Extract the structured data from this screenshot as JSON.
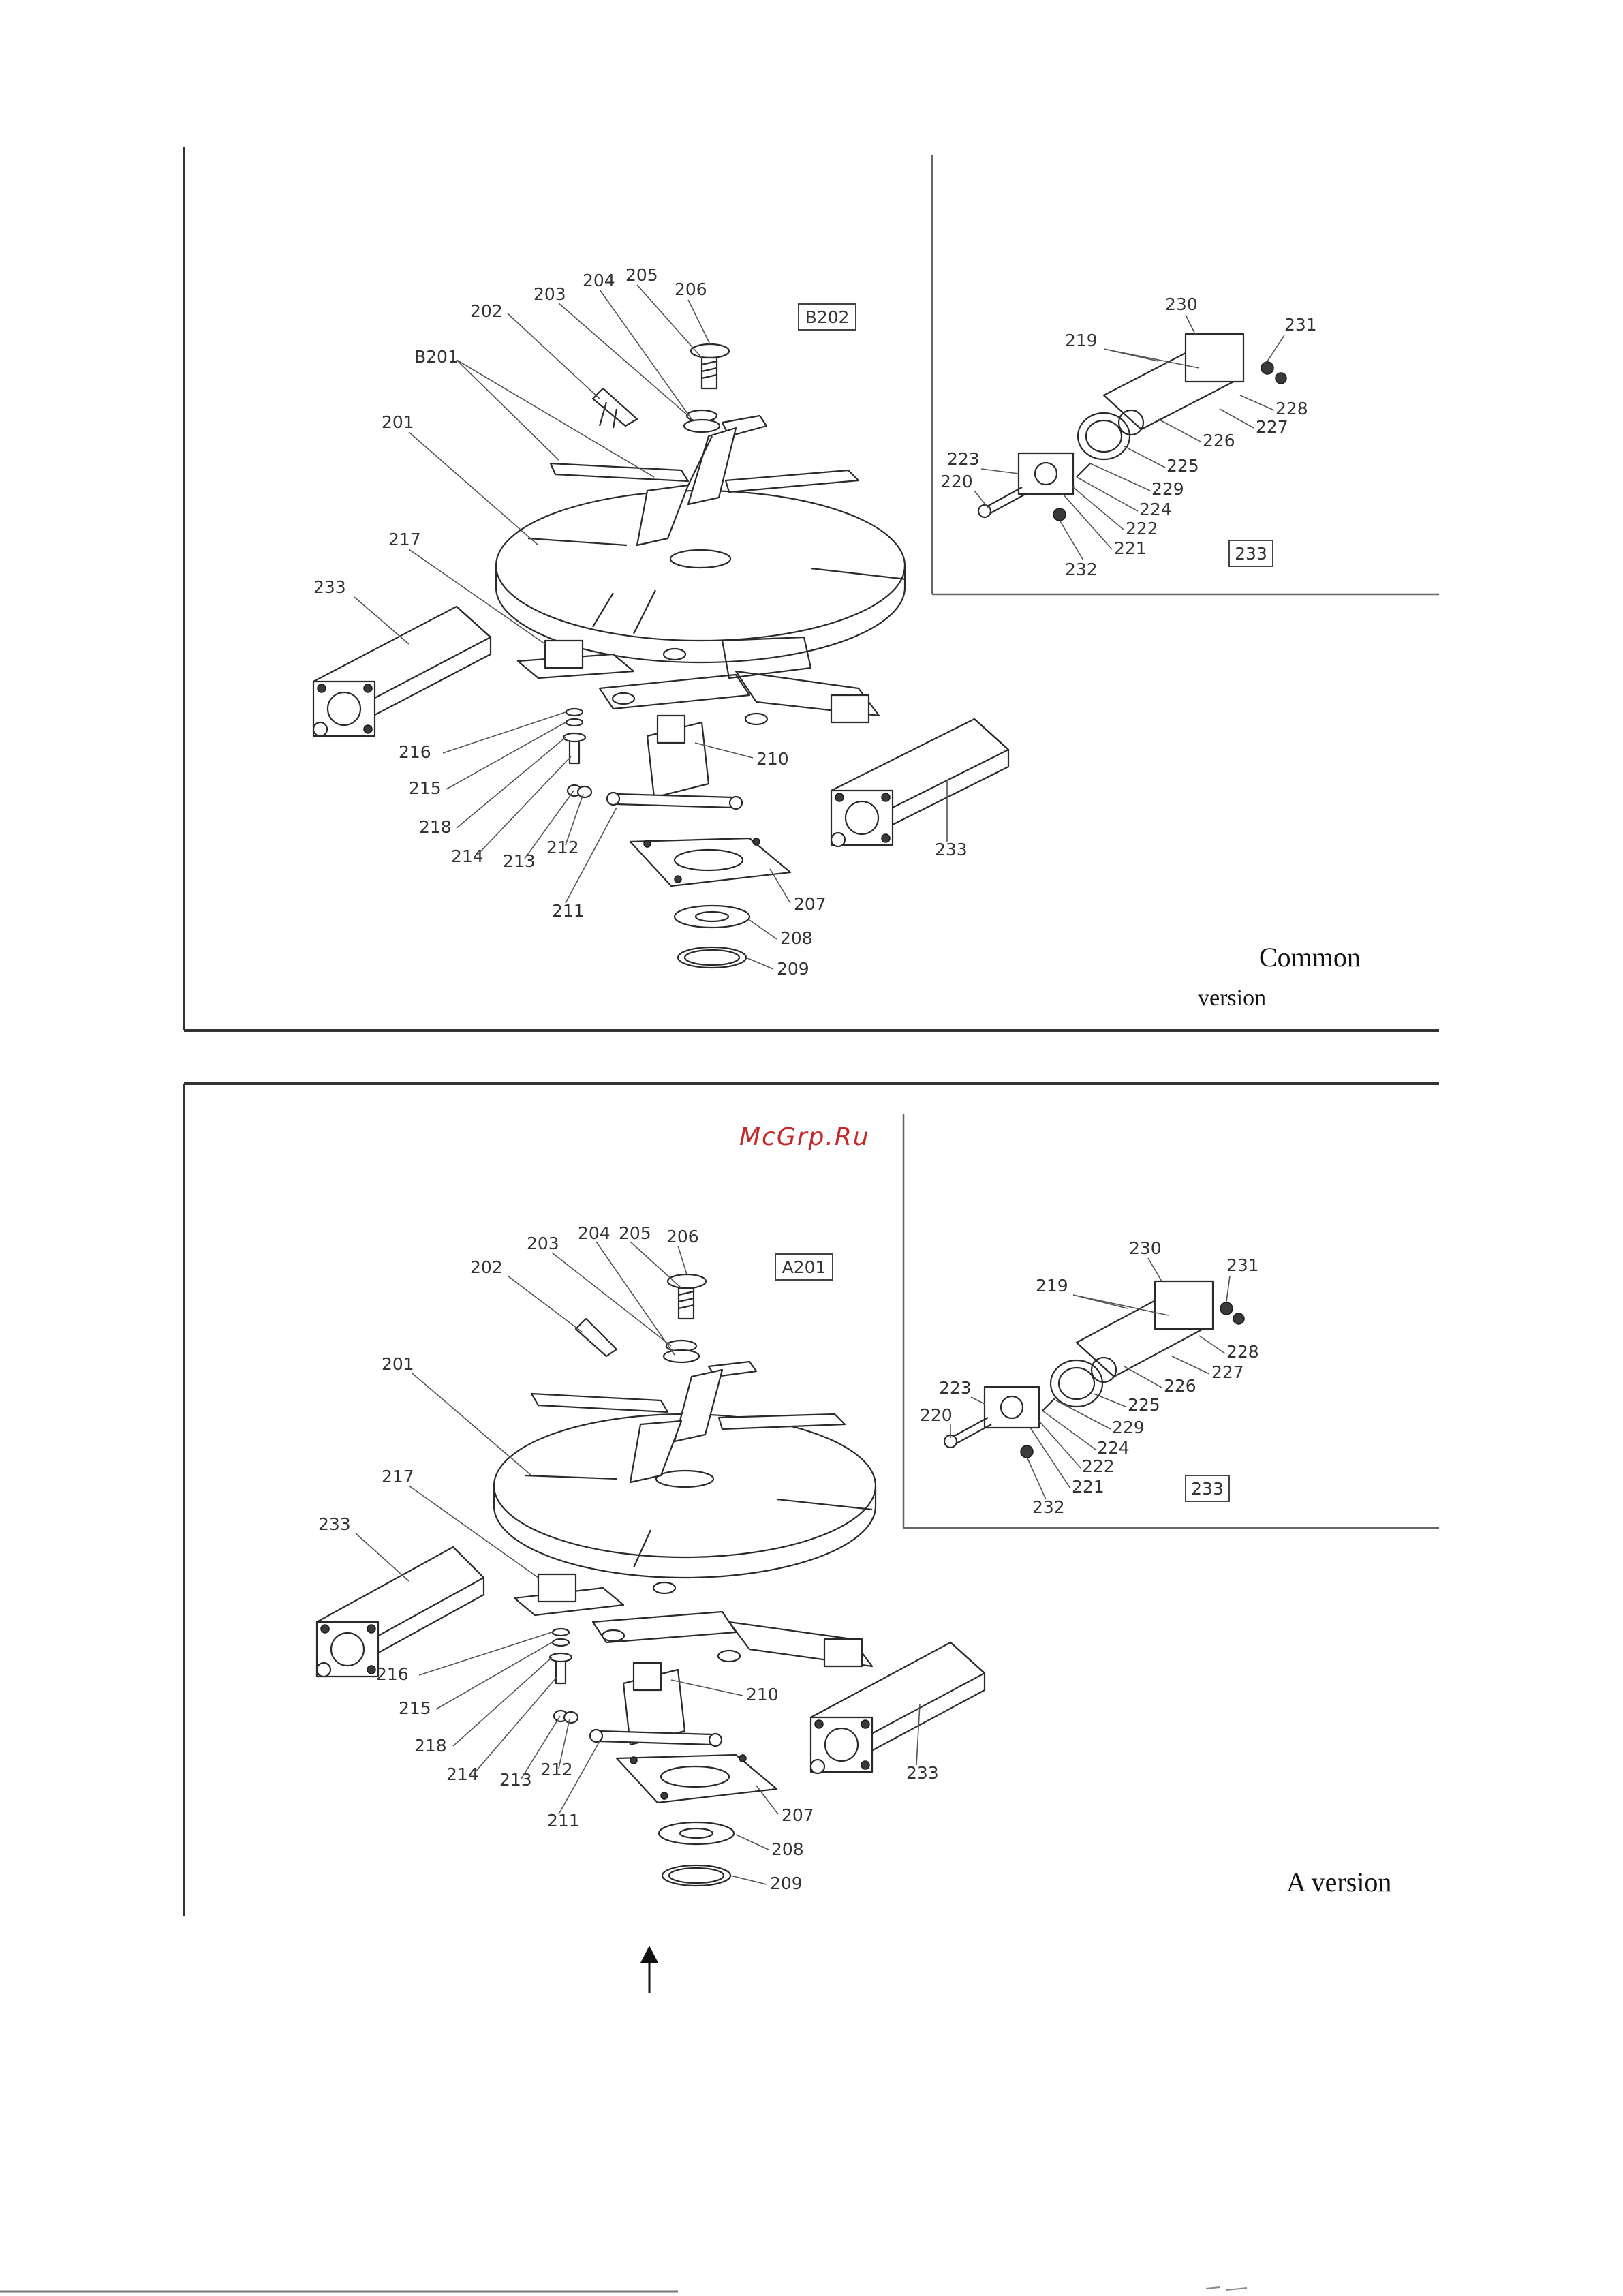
{
  "watermark": "McGrp.Ru",
  "colors": {
    "watermark": "#c62828",
    "lines": "#2a2a2a"
  },
  "panels": [
    {
      "caption": "Common",
      "caption_cut": "version",
      "group_label": "B202",
      "inset_label": "233",
      "main_labels": [
        "B201",
        "202",
        "203",
        "204",
        "205",
        "206",
        "201",
        "217",
        "233",
        "216",
        "215",
        "218",
        "214",
        "213",
        "212",
        "211",
        "210",
        "207",
        "208",
        "209",
        "233"
      ],
      "inset_labels": [
        "230",
        "231",
        "219",
        "228",
        "227",
        "226",
        "225",
        "223",
        "220",
        "229",
        "224",
        "222",
        "221",
        "232"
      ]
    },
    {
      "caption": "A version",
      "group_label": "A201",
      "inset_label": "233",
      "main_labels": [
        "202",
        "203",
        "204",
        "205",
        "206",
        "201",
        "217",
        "233",
        "216",
        "215",
        "218",
        "214",
        "213",
        "212",
        "211",
        "210",
        "207",
        "208",
        "209",
        "233"
      ],
      "inset_labels": [
        "230",
        "231",
        "219",
        "228",
        "227",
        "226",
        "225",
        "223",
        "220",
        "229",
        "224",
        "222",
        "221",
        "232"
      ]
    }
  ],
  "arrow_icon": "arrow-up-icon"
}
